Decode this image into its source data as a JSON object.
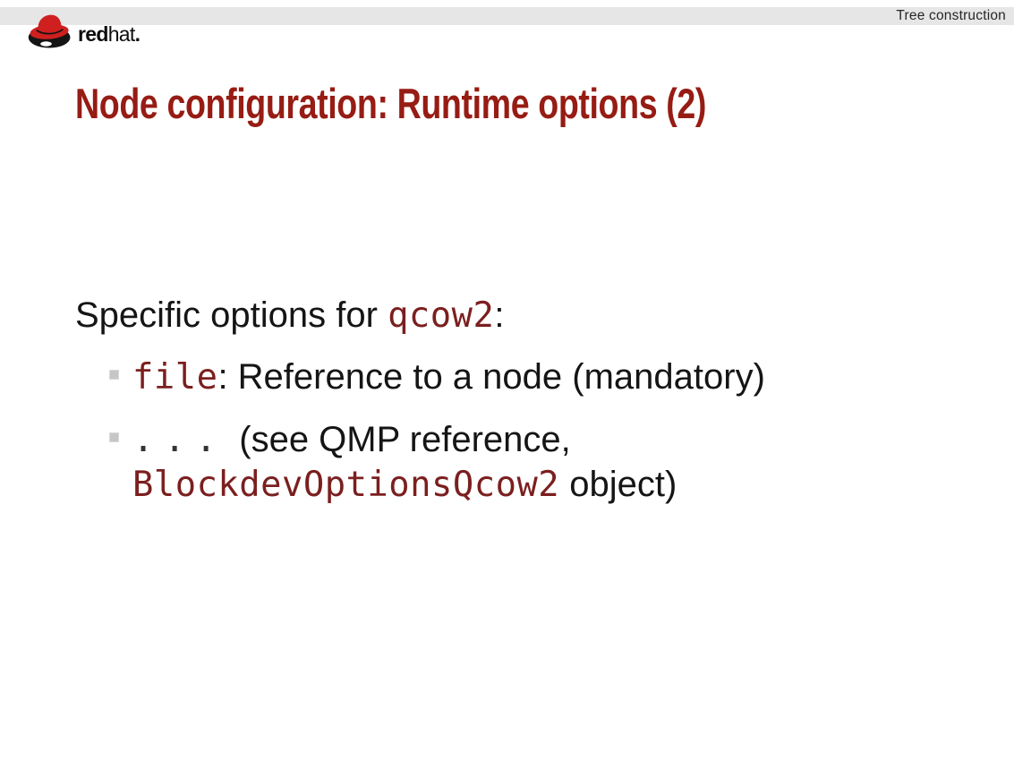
{
  "header": {
    "section_label": "Tree construction"
  },
  "logo": {
    "hat_icon": "redhat-fedora-icon",
    "brand_bold": "red",
    "brand_rest": "hat",
    "brand_period": "."
  },
  "title": "Node configuration: Runtime options (2)",
  "content": {
    "intro": {
      "prefix": "Specific options for ",
      "code": "qcow2",
      "suffix": ":"
    },
    "bullets": [
      {
        "code": "file",
        "rest": ": Reference to a node (mandatory)"
      },
      {
        "dots": "...",
        "line1": "(see QMP reference,",
        "code": "BlockdevOptionsQcow2",
        "rest": " object)"
      }
    ]
  },
  "colors": {
    "band_bg": "#e6e6e6",
    "accent_title": "#961c14",
    "accent_code": "#7b1f1f",
    "hat_red": "#cf1f1f",
    "text": "#151515",
    "bullet_gray": "#c6c6c6"
  }
}
